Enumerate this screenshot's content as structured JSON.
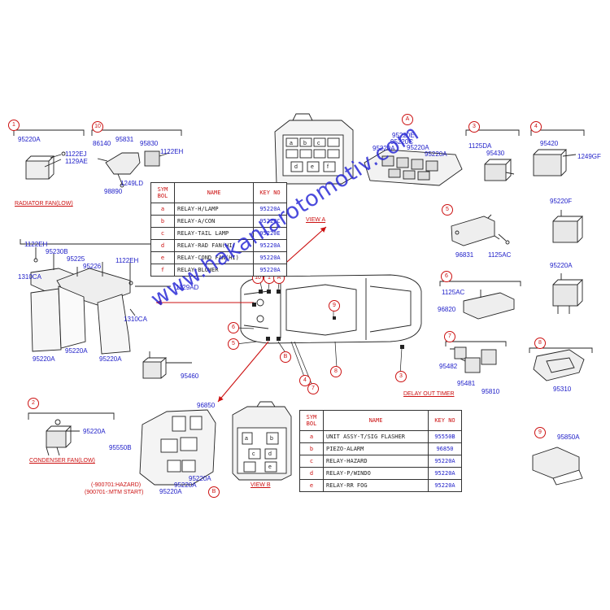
{
  "watermark": "www.hakanlarotomotiv.com",
  "colors": {
    "key_number": "#1c1cc8",
    "callout": "#cc1111",
    "line": "#222222"
  },
  "callouts": {
    "c1": "1",
    "c2": "2",
    "c3": "3",
    "c4": "4",
    "c5": "5",
    "c6": "6",
    "c7": "7",
    "c8": "8",
    "c9": "9",
    "c10": "10",
    "cA": "A",
    "cB": "B"
  },
  "car_callouts": {
    "n10": "10",
    "n1": "1",
    "n9": "9",
    "n6": "6",
    "n5": "5",
    "n4": "4",
    "n7": "7",
    "n8": "8",
    "n3": "3",
    "nA": "A",
    "nB": "B"
  },
  "group1": {
    "k1": "95220A",
    "k2": "1122EJ",
    "k3": "1129AE",
    "caption": "RADIATOR FAN(LOW)"
  },
  "group10": {
    "k1": "95831",
    "k2": "95830",
    "k3": "86140",
    "k4": "1122EH",
    "k5": "1249LD",
    "k6": "98890"
  },
  "viewA_group": {
    "k1": "95220E",
    "k2": "95220C",
    "k3": "95220A",
    "k4": "95220A",
    "k5": "95220A"
  },
  "group3": {
    "k1": "1125DA",
    "k2": "95430"
  },
  "group4": {
    "k1": "95420",
    "k2": "1249GF",
    "k3": "95220F",
    "k4": "95220A"
  },
  "group5": {
    "k1": "96831",
    "k2": "1125AC"
  },
  "group6": {
    "k1": "1125AC",
    "k2": "96820"
  },
  "group7": {
    "k1": "95482",
    "k2": "95481",
    "k3": "95810",
    "caption": "DELAY OUT TIMER"
  },
  "group8": {
    "k1": "95310"
  },
  "group9": {
    "k1": "95850A"
  },
  "group2": {
    "k1": "95220A",
    "caption": "CONDENSER FAN(LOW)"
  },
  "left_group": {
    "k1": "1122EH",
    "k2": "95230B",
    "k3": "95225",
    "k4": "95226",
    "k5": "1122EH",
    "k6": "1310CA",
    "k7": "1129AD",
    "k8": "1310CA",
    "k9": "95220A",
    "k10": "95220A",
    "k11": "95220A",
    "k12": "95460"
  },
  "bottom_group": {
    "k1": "96850",
    "k2": "95550B",
    "k3": "95220A",
    "k4": "95220A",
    "k5": "95220A",
    "note1": "(-900701:HAZARD)",
    "note2": "(900701-:MTM START)"
  },
  "view_labels": {
    "a": "VIEW A",
    "b": "VIEW B"
  },
  "table_a": {
    "headers": {
      "sym": "SYM BOL",
      "name": "NAME",
      "key": "KEY NO"
    },
    "rows": [
      {
        "sym": "a",
        "name": "RELAY-H/LAMP",
        "key": "95220A"
      },
      {
        "sym": "b",
        "name": "RELAY-A/CON",
        "key": "95220C"
      },
      {
        "sym": "c",
        "name": "RELAY-TAIL LAMP",
        "key": "95220E"
      },
      {
        "sym": "d",
        "name": "RELAY-RAD FAN(HI)",
        "key": "95220A"
      },
      {
        "sym": "e",
        "name": "RELAY-COND FAN(HI)",
        "key": "95220A"
      },
      {
        "sym": "f",
        "name": "RELAY-BLOWER",
        "key": "95220A"
      }
    ]
  },
  "table_b": {
    "headers": {
      "sym": "SYM BOL",
      "name": "NAME",
      "key": "KEY NO"
    },
    "rows": [
      {
        "sym": "a",
        "name": "UNIT ASSY-T/SIG FLASHER",
        "key": "95550B"
      },
      {
        "sym": "b",
        "name": "PIEZO-ALARM",
        "key": "96850"
      },
      {
        "sym": "c",
        "name": "RELAY-HAZARD",
        "key": "95220A"
      },
      {
        "sym": "d",
        "name": "RELAY-P/WINDO",
        "key": "95220A"
      },
      {
        "sym": "e",
        "name": "RELAY-RR FOG",
        "key": "95220A"
      }
    ]
  },
  "fuse_letters": {
    "a": "a",
    "b": "b",
    "c": "c",
    "d": "d",
    "e": "e",
    "f": "f"
  },
  "viewb_letters": {
    "a": "a",
    "b": "b",
    "c": "c",
    "d": "d",
    "e": "e"
  }
}
